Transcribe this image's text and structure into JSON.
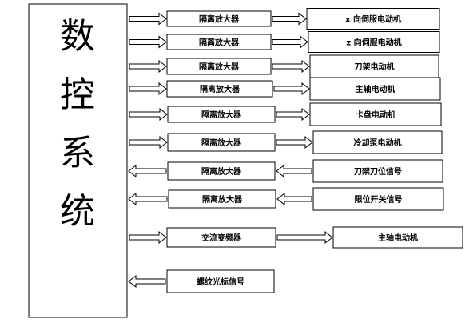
{
  "controller": {
    "chars": [
      "数",
      "控",
      "系",
      "统"
    ]
  },
  "rows": [
    {
      "stage": "隔离放大器",
      "target": "x 向伺服电动机",
      "signal_flow": "to-target"
    },
    {
      "stage": "隔离放大器",
      "target": "z 向伺服电动机",
      "signal_flow": "to-target"
    },
    {
      "stage": "隔离放大器",
      "target": "刀架电动机",
      "signal_flow": "to-target"
    },
    {
      "stage": "隔离放大器",
      "target": "主轴电动机",
      "signal_flow": "to-target"
    },
    {
      "stage": "隔离放大器",
      "target": "卡盘电动机",
      "signal_flow": "to-target"
    },
    {
      "stage": "隔离放大器",
      "target": "冷却泵电动机",
      "signal_flow": "to-target"
    },
    {
      "stage": "隔离放大器",
      "target": "刀架刀位信号",
      "signal_flow": "to-controller"
    },
    {
      "stage": "隔离放大器",
      "target": "限位开关信号",
      "signal_flow": "to-controller"
    },
    {
      "stage": "交流变频器",
      "target": "主轴电动机",
      "signal_flow": "to-target"
    },
    {
      "stage": "螺纹光标信号",
      "target": "",
      "signal_flow": "to-controller"
    }
  ]
}
